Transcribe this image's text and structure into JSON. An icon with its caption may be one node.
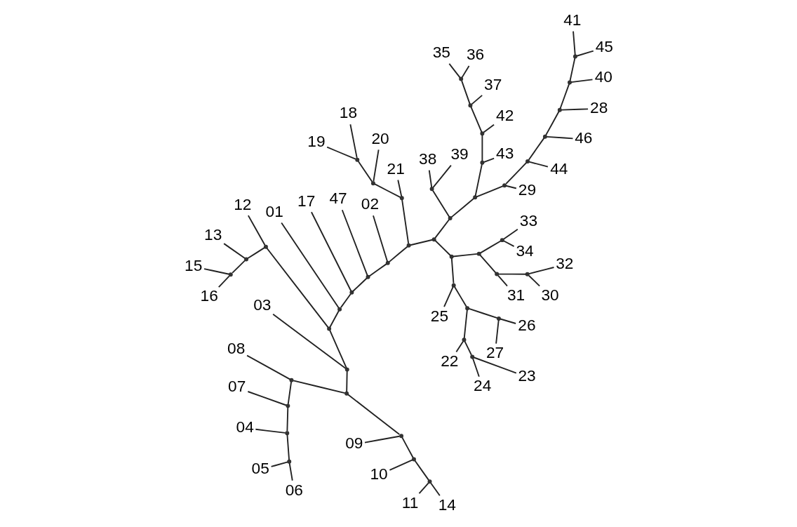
{
  "diagram": {
    "nodes": [
      {
        "text": [
          "45"
        ]
      },
      {
        "text": [
          "15"
        ]
      },
      {
        "text": [
          "41"
        ]
      },
      {
        "text": [
          "13"
        ]
      },
      {
        "text": [
          "16"
        ]
      },
      {
        "text": [
          "12"
        ]
      },
      {
        "text": [
          "18"
        ]
      },
      {
        "text": [
          "19"
        ]
      },
      {
        "text": [
          "40"
        ]
      },
      {
        "text": [
          "20"
        ]
      },
      {
        "text": [
          "01"
        ]
      },
      {
        "text": [
          "17"
        ]
      },
      {
        "text": [
          "03"
        ]
      },
      {
        "text": [
          "21"
        ]
      },
      {
        "text": [
          "09"
        ]
      },
      {
        "text": [
          "47"
        ]
      },
      {
        "text": [
          "28"
        ]
      },
      {
        "text": [
          "02"
        ]
      },
      {
        "text": [
          "10"
        ]
      },
      {
        "text": [
          "46"
        ]
      },
      {
        "text": [
          "11"
        ]
      },
      {
        "text": [
          "44"
        ]
      },
      {
        "text": [
          "36"
        ]
      },
      {
        "text": [
          "29"
        ]
      },
      {
        "text": [
          "14"
        ]
      },
      {
        "text": [
          "08"
        ]
      },
      {
        "text": [
          "07"
        ]
      },
      {
        "text": [
          "35"
        ]
      },
      {
        "text": [
          "04"
        ]
      },
      {
        "text": [
          "37"
        ]
      },
      {
        "text": [
          "42"
        ]
      },
      {
        "text": [
          "34"
        ]
      },
      {
        "text": [
          "43"
        ]
      },
      {
        "text": [
          "33"
        ]
      },
      {
        "text": [
          "39"
        ]
      },
      {
        "text": [
          "38"
        ]
      },
      {
        "text": [
          "25"
        ]
      },
      {
        "text": [
          "05"
        ]
      },
      {
        "text": [
          "31"
        ]
      },
      {
        "text": [
          "06"
        ]
      },
      {
        "text": [
          "22"
        ]
      },
      {
        "text": [
          "30"
        ]
      },
      {
        "text": [
          "24"
        ]
      },
      {
        "text": [
          "27"
        ]
      },
      {
        "text": [
          "26"
        ]
      },
      {
        "text": [
          "32"
        ]
      },
      {
        "text": [
          "23"
        ]
      },
      {
        "text": [],
        "shape": "point"
      },
      {
        "text": [],
        "shape": "point"
      },
      {
        "text": [],
        "shape": "point"
      },
      {
        "text": [],
        "shape": "point"
      },
      {
        "text": [],
        "shape": "point"
      },
      {
        "text": [],
        "shape": "point"
      },
      {
        "text": [],
        "shape": "point"
      },
      {
        "text": [],
        "shape": "point"
      },
      {
        "text": [],
        "shape": "point"
      },
      {
        "text": [],
        "shape": "point"
      },
      {
        "text": [],
        "shape": "point"
      },
      {
        "text": [],
        "shape": "point"
      },
      {
        "text": [],
        "shape": "point"
      },
      {
        "text": [],
        "shape": "point"
      },
      {
        "text": [],
        "shape": "point"
      },
      {
        "text": [],
        "shape": "point"
      },
      {
        "text": [],
        "shape": "point"
      },
      {
        "text": [],
        "shape": "point"
      },
      {
        "text": [],
        "shape": "point"
      },
      {
        "text": [],
        "shape": "point"
      },
      {
        "text": [],
        "shape": "point"
      },
      {
        "text": [],
        "shape": "point"
      },
      {
        "text": [],
        "shape": "point"
      },
      {
        "text": [],
        "shape": "point"
      },
      {
        "text": [],
        "shape": "point"
      },
      {
        "text": [],
        "shape": "point"
      },
      {
        "text": [],
        "shape": "point"
      },
      {
        "text": [],
        "shape": "point"
      },
      {
        "text": [],
        "shape": "point"
      },
      {
        "text": [],
        "shape": "point"
      },
      {
        "text": [],
        "shape": "point"
      },
      {
        "text": [],
        "shape": "point"
      },
      {
        "text": [],
        "shape": "point"
      },
      {
        "text": [],
        "shape": "point"
      },
      {
        "text": [],
        "shape": "point"
      },
      {
        "text": [],
        "shape": "point"
      },
      {
        "text": [],
        "shape": "point"
      },
      {
        "text": [],
        "shape": "point"
      },
      {
        "text": [],
        "shape": "point"
      },
      {
        "text": [],
        "shape": "point"
      },
      {
        "text": [],
        "shape": "point"
      },
      {
        "text": [],
        "shape": "point"
      },
      {
        "text": [],
        "shape": "point"
      },
      {
        "text": [],
        "shape": "point"
      },
      {
        "text": [],
        "shape": "point"
      }
    ],
    "edges": [
      {
        "from": 64,
        "to": 63,
        "arrow": "none"
      },
      {
        "from": 64,
        "to": 62,
        "arrow": "none"
      },
      {
        "from": 64,
        "to": 69,
        "arrow": "none"
      },
      {
        "from": 63,
        "to": 61,
        "arrow": "none"
      },
      {
        "from": 63,
        "to": 67,
        "arrow": "none"
      },
      {
        "from": 61,
        "to": 13,
        "arrow": "none"
      },
      {
        "from": 61,
        "to": 65,
        "arrow": "none"
      },
      {
        "from": 65,
        "to": 9,
        "arrow": "none"
      },
      {
        "from": 65,
        "to": 70,
        "arrow": "none"
      },
      {
        "from": 70,
        "to": 6,
        "arrow": "none"
      },
      {
        "from": 70,
        "to": 7,
        "arrow": "none"
      },
      {
        "from": 67,
        "to": 17,
        "arrow": "none"
      },
      {
        "from": 67,
        "to": 72,
        "arrow": "none"
      },
      {
        "from": 72,
        "to": 15,
        "arrow": "none"
      },
      {
        "from": 72,
        "to": 77,
        "arrow": "none"
      },
      {
        "from": 77,
        "to": 11,
        "arrow": "none"
      },
      {
        "from": 77,
        "to": 78,
        "arrow": "none"
      },
      {
        "from": 78,
        "to": 10,
        "arrow": "none"
      },
      {
        "from": 78,
        "to": 80,
        "arrow": "none"
      },
      {
        "from": 80,
        "to": 79,
        "arrow": "none"
      },
      {
        "from": 80,
        "to": 82,
        "arrow": "none"
      },
      {
        "from": 79,
        "to": 5,
        "arrow": "none"
      },
      {
        "from": 79,
        "to": 81,
        "arrow": "none"
      },
      {
        "from": 81,
        "to": 3,
        "arrow": "none"
      },
      {
        "from": 81,
        "to": 86,
        "arrow": "none"
      },
      {
        "from": 86,
        "to": 1,
        "arrow": "none"
      },
      {
        "from": 86,
        "to": 4,
        "arrow": "none"
      },
      {
        "from": 82,
        "to": 12,
        "arrow": "none"
      },
      {
        "from": 82,
        "to": 85,
        "arrow": "none"
      },
      {
        "from": 85,
        "to": 89,
        "arrow": "none"
      },
      {
        "from": 85,
        "to": 88,
        "arrow": "none"
      },
      {
        "from": 89,
        "to": 14,
        "arrow": "none"
      },
      {
        "from": 89,
        "to": 90,
        "arrow": "none"
      },
      {
        "from": 90,
        "to": 18,
        "arrow": "none"
      },
      {
        "from": 90,
        "to": 91,
        "arrow": "none"
      },
      {
        "from": 91,
        "to": 20,
        "arrow": "none"
      },
      {
        "from": 91,
        "to": 24,
        "arrow": "none"
      },
      {
        "from": 88,
        "to": 25,
        "arrow": "none"
      },
      {
        "from": 88,
        "to": 87,
        "arrow": "none"
      },
      {
        "from": 87,
        "to": 26,
        "arrow": "none"
      },
      {
        "from": 87,
        "to": 84,
        "arrow": "none"
      },
      {
        "from": 84,
        "to": 28,
        "arrow": "none"
      },
      {
        "from": 84,
        "to": 83,
        "arrow": "none"
      },
      {
        "from": 83,
        "to": 37,
        "arrow": "none"
      },
      {
        "from": 83,
        "to": 39,
        "arrow": "none"
      },
      {
        "from": 62,
        "to": 57,
        "arrow": "none"
      },
      {
        "from": 62,
        "to": 59,
        "arrow": "none"
      },
      {
        "from": 59,
        "to": 34,
        "arrow": "none"
      },
      {
        "from": 59,
        "to": 35,
        "arrow": "none"
      },
      {
        "from": 57,
        "to": 54,
        "arrow": "none"
      },
      {
        "from": 57,
        "to": 55,
        "arrow": "none"
      },
      {
        "from": 54,
        "to": 23,
        "arrow": "none"
      },
      {
        "from": 54,
        "to": 52,
        "arrow": "none"
      },
      {
        "from": 52,
        "to": 21,
        "arrow": "none"
      },
      {
        "from": 52,
        "to": 51,
        "arrow": "none"
      },
      {
        "from": 51,
        "to": 19,
        "arrow": "none"
      },
      {
        "from": 51,
        "to": 50,
        "arrow": "none"
      },
      {
        "from": 50,
        "to": 16,
        "arrow": "none"
      },
      {
        "from": 50,
        "to": 53,
        "arrow": "none"
      },
      {
        "from": 53,
        "to": 8,
        "arrow": "none"
      },
      {
        "from": 53,
        "to": 56,
        "arrow": "none"
      },
      {
        "from": 56,
        "to": 2,
        "arrow": "none"
      },
      {
        "from": 56,
        "to": 0,
        "arrow": "none"
      },
      {
        "from": 55,
        "to": 32,
        "arrow": "none"
      },
      {
        "from": 55,
        "to": 49,
        "arrow": "none"
      },
      {
        "from": 49,
        "to": 30,
        "arrow": "none"
      },
      {
        "from": 49,
        "to": 48,
        "arrow": "none"
      },
      {
        "from": 48,
        "to": 29,
        "arrow": "none"
      },
      {
        "from": 48,
        "to": 47,
        "arrow": "none"
      },
      {
        "from": 47,
        "to": 22,
        "arrow": "none"
      },
      {
        "from": 47,
        "to": 27,
        "arrow": "none"
      },
      {
        "from": 69,
        "to": 71,
        "arrow": "none"
      },
      {
        "from": 69,
        "to": 73,
        "arrow": "none"
      },
      {
        "from": 71,
        "to": 36,
        "arrow": "none"
      },
      {
        "from": 71,
        "to": 66,
        "arrow": "none"
      },
      {
        "from": 66,
        "to": 68,
        "arrow": "none"
      },
      {
        "from": 66,
        "to": 60,
        "arrow": "none"
      },
      {
        "from": 68,
        "to": 43,
        "arrow": "none"
      },
      {
        "from": 68,
        "to": 44,
        "arrow": "none"
      },
      {
        "from": 60,
        "to": 40,
        "arrow": "none"
      },
      {
        "from": 60,
        "to": 58,
        "arrow": "none"
      },
      {
        "from": 58,
        "to": 46,
        "arrow": "none"
      },
      {
        "from": 58,
        "to": 42,
        "arrow": "none"
      },
      {
        "from": 73,
        "to": 74,
        "arrow": "none"
      },
      {
        "from": 73,
        "to": 76,
        "arrow": "none"
      },
      {
        "from": 74,
        "to": 38,
        "arrow": "none"
      },
      {
        "from": 74,
        "to": 75,
        "arrow": "none"
      },
      {
        "from": 75,
        "to": 41,
        "arrow": "none"
      },
      {
        "from": 75,
        "to": 45,
        "arrow": "none"
      },
      {
        "from": 76,
        "to": 31,
        "arrow": "none"
      },
      {
        "from": 76,
        "to": 33,
        "arrow": "none"
      }
    ]
  }
}
